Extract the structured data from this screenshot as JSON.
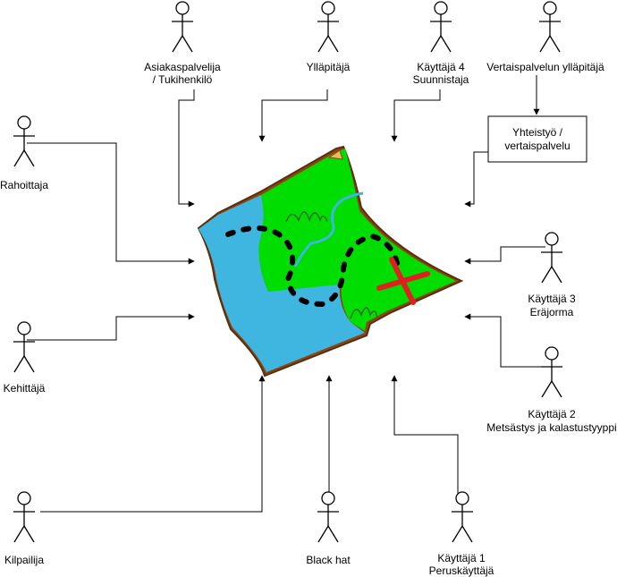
{
  "actors": {
    "rahoittaja": "Rahoittaja",
    "kehittaja": "Kehittäjä",
    "kilpailija": "Kilpailija",
    "asiakaspalvelija_line1": "Asiakaspalvelija",
    "asiakaspalvelija_line2": "/ Tukihenkilö",
    "yllapitaja": "Ylläpitäjä",
    "kayttaja4_line1": "Käyttäjä 4",
    "kayttaja4_line2": "Suunnistaja",
    "vertaispalvelun_yllapitaja": "Vertaispalvelun ylläpitäjä",
    "kayttaja3_line1": "Käyttäjä 3",
    "kayttaja3_line2": "Eräjorma",
    "kayttaja2_line1": "Käyttäjä 2",
    "kayttaja2_line2": "Metsästys ja kalastustyyppi",
    "black_hat": "Black hat",
    "kayttaja1_line1": "Käyttäjä 1",
    "kayttaja1_line2": "Peruskäyttäjä"
  },
  "boxes": {
    "yhteistyo_line1": "Yhteistyö /",
    "yhteistyo_line2": "vertaispalvelu"
  },
  "icons": {
    "center": "treasure-map-icon",
    "actor": "stick-figure-icon"
  },
  "colors": {
    "land": "#00dd00",
    "water": "#3eb6df",
    "border": "#8b4513",
    "x_mark": "#e02020",
    "path": "#000000",
    "lines": "#000000"
  }
}
